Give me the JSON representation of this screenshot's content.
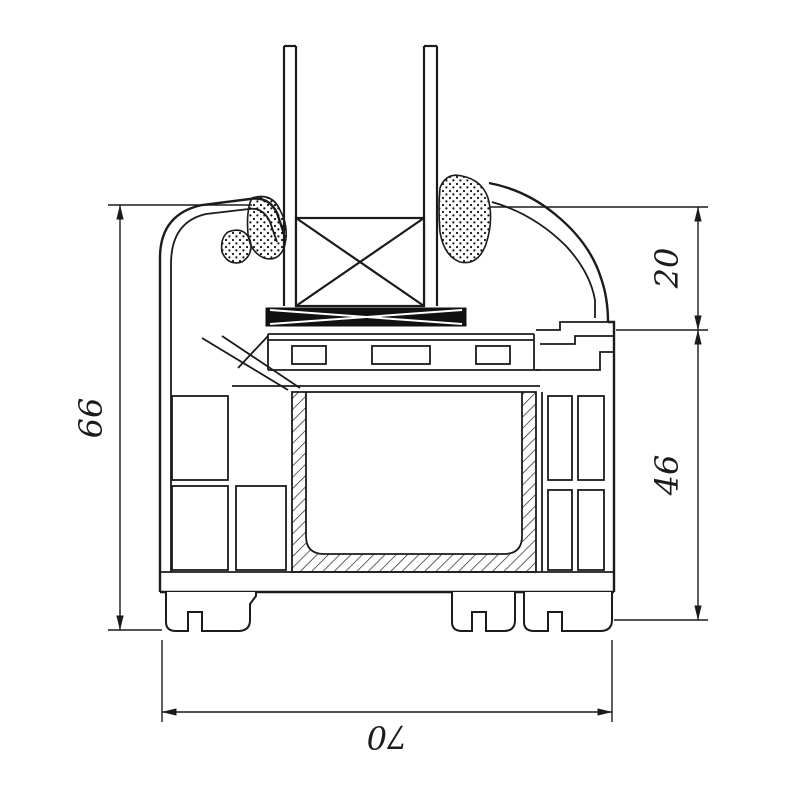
{
  "drawing": {
    "title": "window-profile-cross-section",
    "dimensions": {
      "height_total": "66",
      "top_section": "20",
      "bottom_section": "46",
      "width_total": "70"
    },
    "colors": {
      "line": "#1b1b1b",
      "background": "#ffffff",
      "spacer_block": "#111111"
    }
  }
}
